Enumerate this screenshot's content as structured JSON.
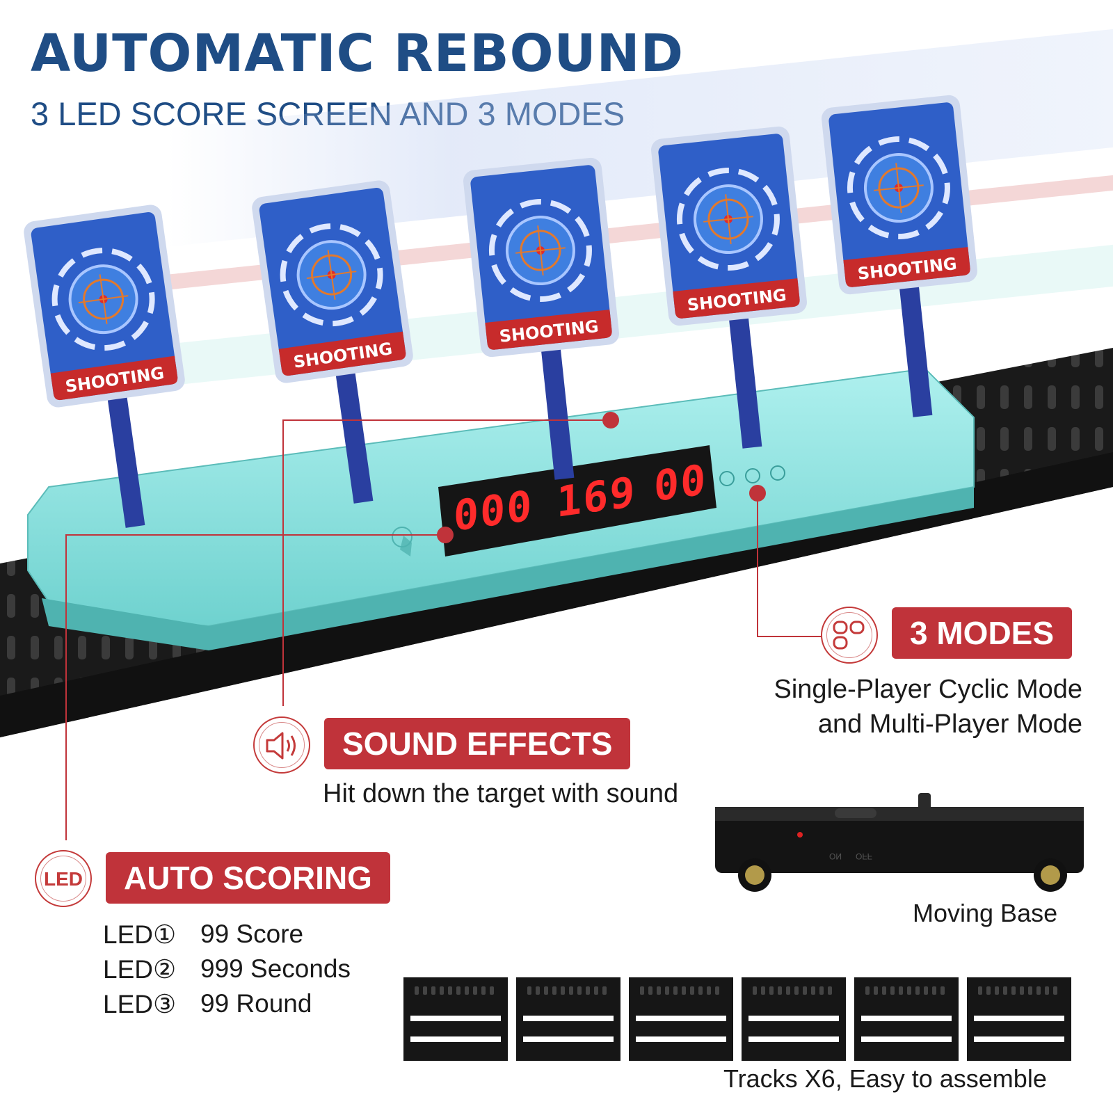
{
  "headline": "AUTOMATIC REBOUND",
  "subheadline": "3 LED SCORE SCREEN AND  3 MODES",
  "targets": {
    "label": "SHOOTING",
    "colors": {
      "panel": "#2f5fc8",
      "rim": "#cfd9ee",
      "banner": "#c72b2b",
      "post": "#2a3fa0"
    }
  },
  "base": {
    "color": "#8fe3e0",
    "display": {
      "led1": "000",
      "led2": "169",
      "led3": "00",
      "digit_color": "#ff2b2b"
    }
  },
  "features": {
    "modes": {
      "icon": "mode-buttons-icon",
      "title": "3 MODES",
      "description": [
        "Single-Player Cyclic Mode",
        "and Multi-Player Mode"
      ]
    },
    "sound": {
      "icon": "speaker-icon",
      "title": "SOUND EFFECTS",
      "description": "Hit down  the target with sound"
    },
    "scoring": {
      "icon_text": "LED",
      "title": "AUTO SCORING",
      "lines": [
        {
          "label": "LED①",
          "value": "99 Score"
        },
        {
          "label": "LED②",
          "value": "999 Seconds"
        },
        {
          "label": "LED③",
          "value": "99 Round"
        }
      ]
    }
  },
  "moving_base": {
    "switch_labels": [
      "ON",
      "OFF"
    ],
    "caption": "Moving Base"
  },
  "tracks": {
    "count": 6,
    "caption": "Tracks X6, Easy to assemble"
  },
  "accent_color": "#c0333a",
  "brand_color": "#1f4d85"
}
